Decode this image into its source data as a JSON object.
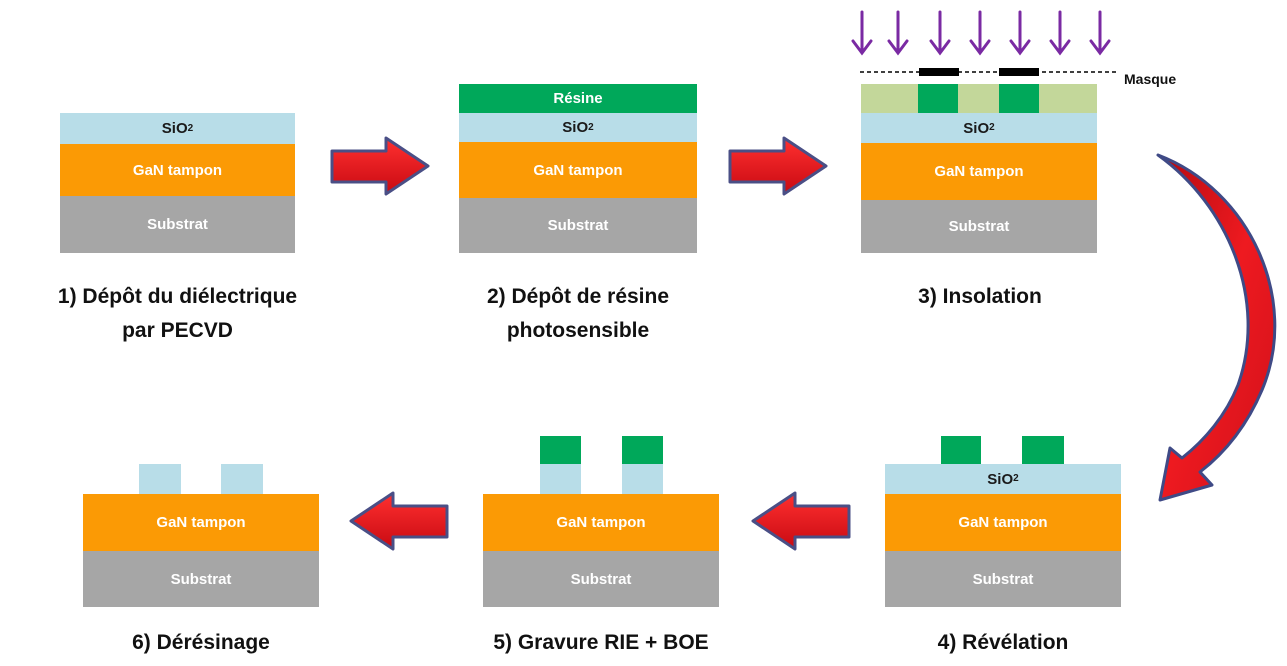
{
  "layers": {
    "sio2": "SiO",
    "sio2_subscript": "2",
    "gan": "GaN tampon",
    "substrat": "Substrat",
    "resine": "Résine"
  },
  "mask_label": "Masque",
  "steps": [
    {
      "line1": "1) Dépôt du diélectrique",
      "line2": "par PECVD"
    },
    {
      "line1": "2) Dépôt de résine",
      "line2": "photosensible"
    },
    {
      "line1": "3) Insolation",
      "line2": ""
    },
    {
      "line1": "4) Révélation",
      "line2": ""
    },
    {
      "line1": "5) Gravure RIE + BOE",
      "line2": ""
    },
    {
      "line1": "6) Dérésinage",
      "line2": ""
    }
  ],
  "colors": {
    "sio2": "#b8dde8",
    "gan": "#fb9a05",
    "substrat": "#a6a6a6",
    "resine": "#00a85a",
    "resine_insolee": "#c3d79a",
    "arrow": "#e8131b",
    "uv_arrow": "#7a2aa3",
    "mask": "#000000"
  },
  "icons": [
    "process-arrow-icon",
    "curved-arrow-icon",
    "uv-arrow-icon"
  ]
}
